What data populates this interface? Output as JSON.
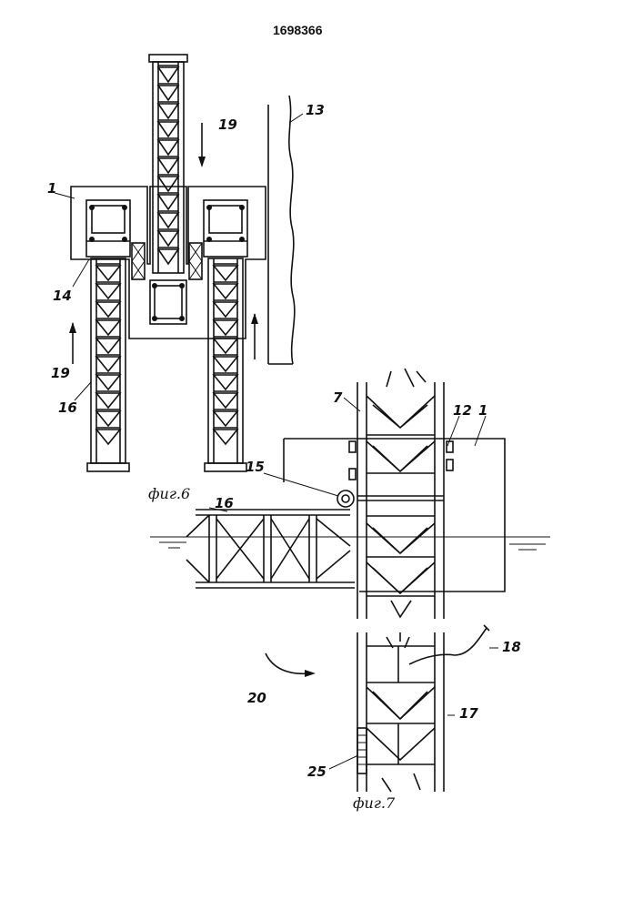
{
  "header": {
    "patent_number": "1698366"
  },
  "figures": {
    "fig6": {
      "caption": "фиг.6",
      "labels": {
        "platform": "1",
        "wall": "13",
        "roller": "14",
        "leg": "16",
        "arrow_down": "19",
        "arrow_up": "19"
      }
    },
    "fig7": {
      "caption": "фиг.7",
      "labels": {
        "leg_section": "7",
        "guide": "12",
        "platform": "1",
        "pivot": "15",
        "horizontal_leg": "16",
        "cable": "18",
        "lower_section": "17",
        "rotation": "20",
        "coupling": "25"
      }
    }
  }
}
